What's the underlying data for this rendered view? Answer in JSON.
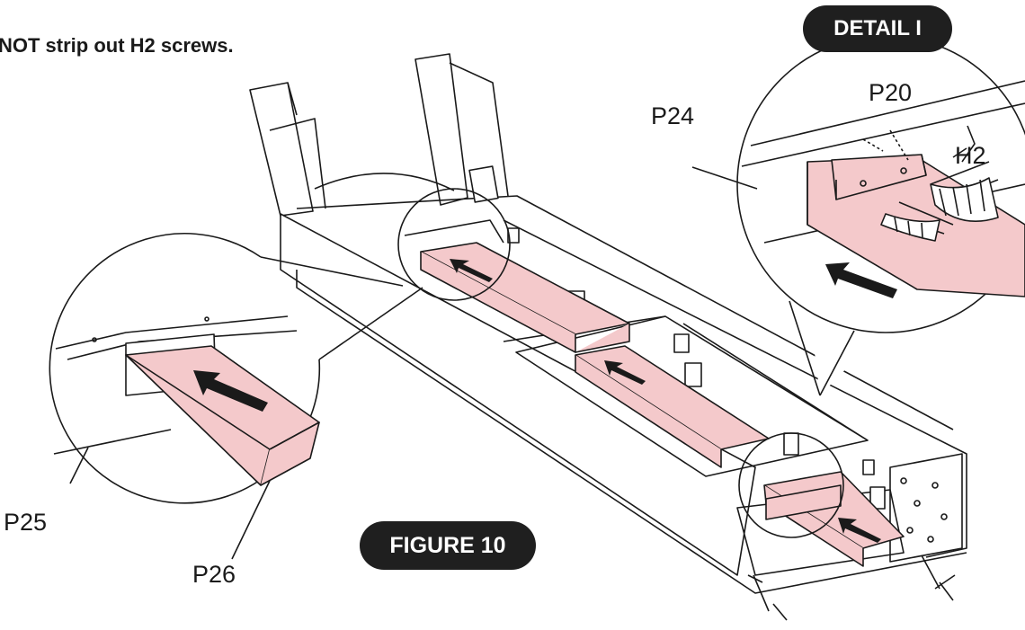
{
  "instruction": {
    "text": "NOT strip out H2 screws."
  },
  "badges": {
    "detail": "DETAIL I",
    "figure": "FIGURE 10"
  },
  "labels": {
    "p20": "P20",
    "p24": "P24",
    "h2": "H2",
    "p25": "P25",
    "p26": "P26"
  },
  "colors": {
    "rail_fill": "#f4c9cb",
    "line": "#1a1a1a",
    "badge_bg": "#1f1f1f",
    "badge_text": "#ffffff"
  }
}
